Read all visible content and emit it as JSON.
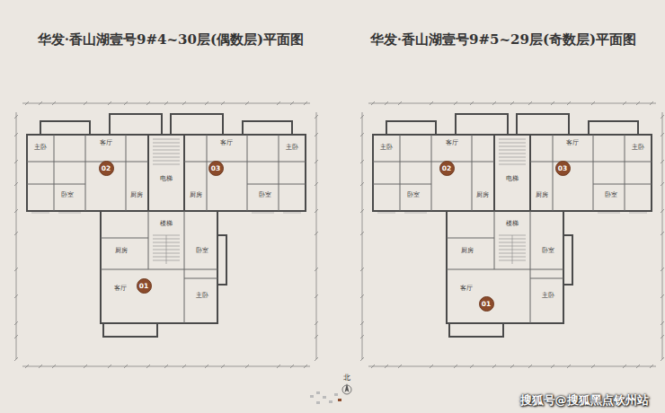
{
  "diagram": {
    "title": "华发·香山湖壹号9#4~30层(偶数层)平面图",
    "nodes": [
      {
        "text": [
          "02"
        ]
      },
      {
        "text": [
          "03"
        ]
      },
      {
        "text": [
          "01"
        ]
      },
      {
        "text": [
          "02"
        ]
      },
      {
        "text": [
          "03"
        ]
      },
      {
        "text": [
          "01"
        ]
      }
    ],
    "labels": [
      "华发·香山湖壹号9#5~29层(奇数层)平面图",
      "客厅",
      "主卧",
      "卧室",
      "厨房",
      "客厅",
      "主卧",
      "卧室",
      "厨房",
      "电梯",
      "楼梯",
      "客厅",
      "主卧",
      "卧室",
      "厨房",
      "客厅",
      "主卧",
      "卧室",
      "厨房",
      "客厅",
      "主卧",
      "卧室",
      "厨房",
      "电梯",
      "楼梯",
      "客厅",
      "主卧",
      "卧室",
      "厨房",
      "北",
      "搜狐号@搜狐黑点钦州站"
    ]
  }
}
